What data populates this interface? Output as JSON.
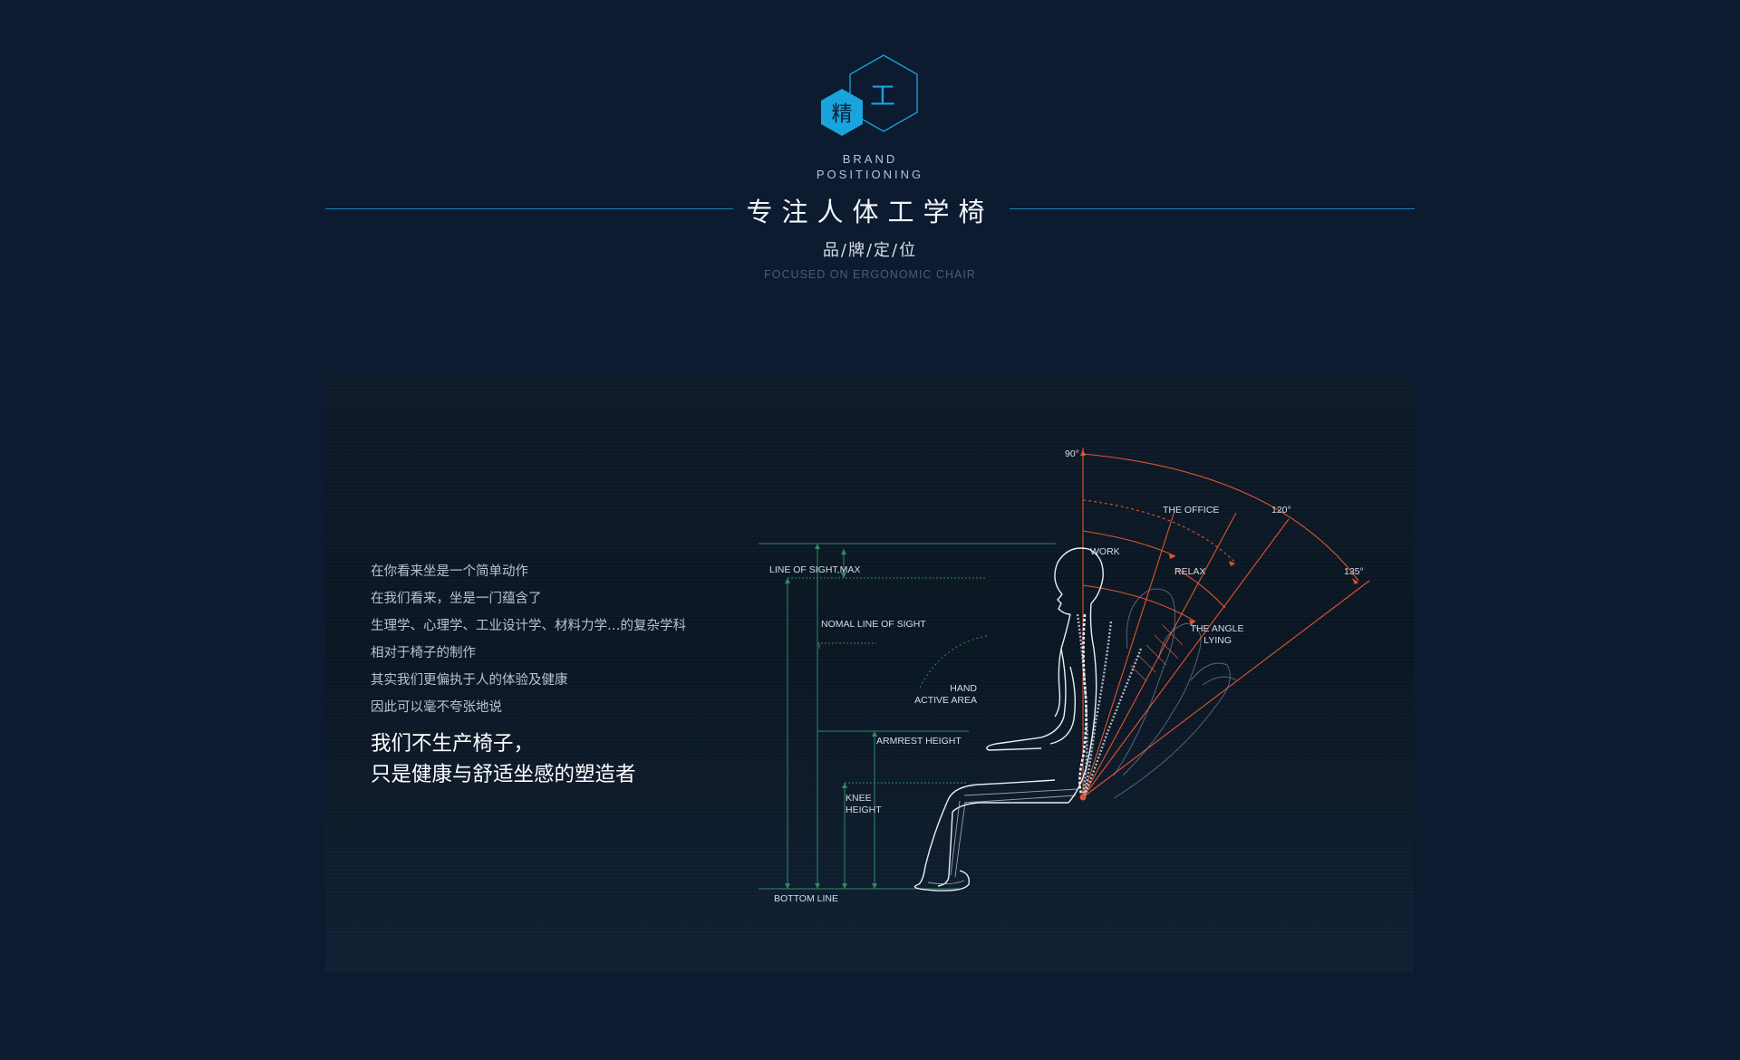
{
  "header": {
    "logo_chars": [
      "精",
      "工"
    ],
    "brand_line1": "BRAND",
    "brand_line2": "POSITIONING",
    "title": "专注人体工学椅",
    "subtitle": "品/牌/定/位",
    "english_subtitle": "FOCUSED ON ERGONOMIC CHAIR"
  },
  "intro": {
    "lines": [
      "在你看来坐是一个简单动作",
      "在我们看来，坐是一门蕴含了",
      "生理学、心理学、工业设计学、材料力学…的复杂学科",
      "相对于椅子的制作",
      "其实我们更偏执于人的体验及健康",
      "因此可以毫不夸张地说"
    ],
    "highlight": [
      "我们不生产椅子，",
      "只是健康与舒适坐感的塑造者"
    ]
  },
  "diagram": {
    "angles": [
      "90°",
      "120°",
      "135°"
    ],
    "zones": [
      "THE OFFICE",
      "WORK",
      "RELAX",
      "THE ANGLE",
      "LYING"
    ],
    "measurements": [
      "LINE OF SIGHT,MAX",
      "NOMAL LINE OF SIGHT",
      "HAND",
      "ACTIVE AREA",
      "ARMREST HEIGHT",
      "KNEE",
      "HEIGHT",
      "BOTTOM LINE"
    ]
  },
  "colors": {
    "background": "#0c1b30",
    "accent_blue": "#1aa3dc",
    "angle_orange": "#e0542f",
    "measure_green": "#2f8a63",
    "figure_white": "#e8eef5"
  }
}
